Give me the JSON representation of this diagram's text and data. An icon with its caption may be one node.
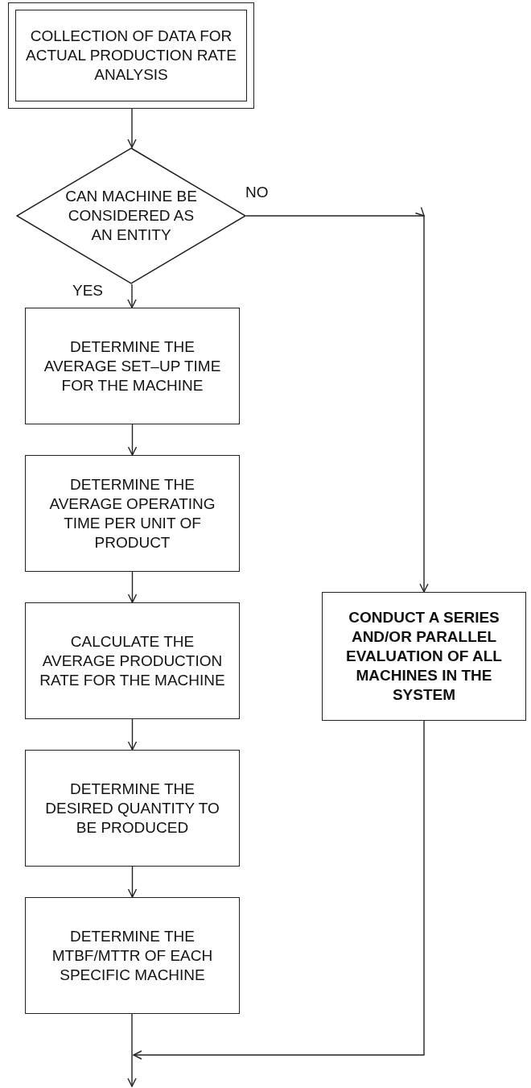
{
  "diagram": {
    "nodes": [
      {
        "text": [
          "COLLECTION OF DATA FOR ACTUAL PRODUCTION RATE ANALYSIS"
        ]
      },
      {
        "text": [
          "CAN MACHINE BE CONSIDERED AS AN ENTITY"
        ]
      },
      {
        "text": [
          "DETERMINE THE AVERAGE SET–UP TIME FOR THE MACHINE"
        ]
      },
      {
        "text": [
          "DETERMINE THE AVERAGE OPERATING TIME PER UNIT OF PRODUCT"
        ]
      },
      {
        "text": [
          "CALCULATE THE AVERAGE PRODUCTION RATE FOR THE MACHINE"
        ]
      },
      {
        "text": [
          "DETERMINE THE DESIRED QUANTITY TO BE PRODUCED"
        ]
      },
      {
        "text": [
          "DETERMINE THE MTBF/MTTR OF EACH SPECIFIC MACHINE"
        ]
      },
      {
        "text": [
          "CONDUCT A SERIES AND/OR PARALLEL EVALUATION OF ALL MACHINES IN THE SYSTEM"
        ]
      }
    ],
    "edges": [
      {
        "from": 0,
        "to": 1,
        "arrow": "to"
      },
      {
        "from": 1,
        "to": 2,
        "arrow": "to",
        "label": "YES"
      },
      {
        "from": 1,
        "to": 7,
        "arrow": "to",
        "label": "NO"
      },
      {
        "from": 2,
        "to": 3,
        "arrow": "to"
      },
      {
        "from": 3,
        "to": 4,
        "arrow": "to"
      },
      {
        "from": 4,
        "to": 5,
        "arrow": "to"
      },
      {
        "from": 5,
        "to": 6,
        "arrow": "to"
      },
      {
        "from": 6,
        "to": null,
        "arrow": "to"
      },
      {
        "from": 7,
        "to": null,
        "arrow": "to"
      }
    ]
  }
}
